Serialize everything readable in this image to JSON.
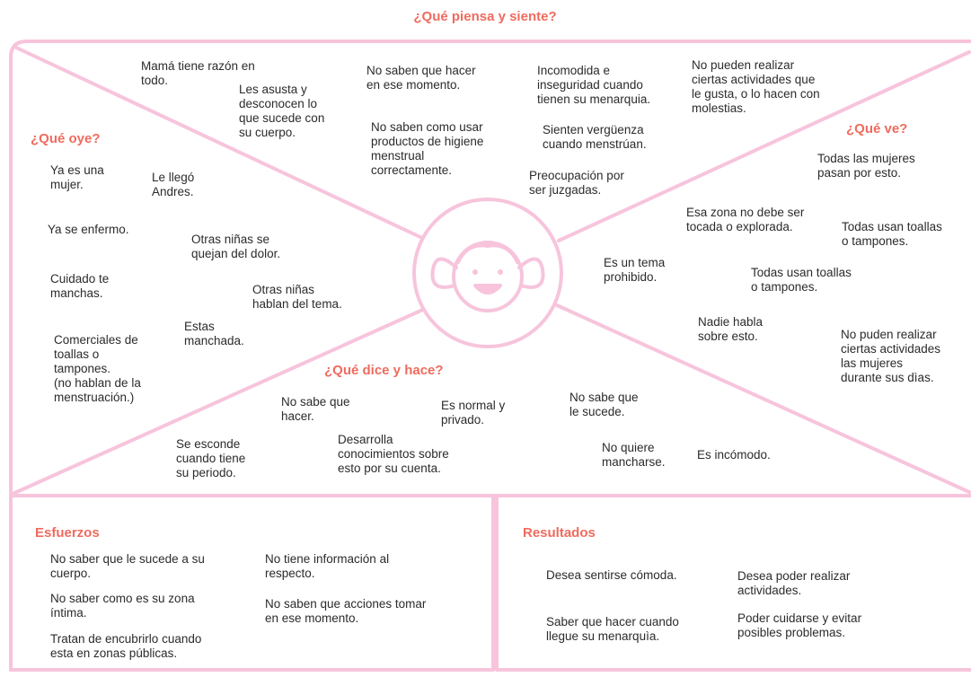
{
  "colors": {
    "line": "#f7c4dc",
    "heading": "#ef6b5e",
    "text": "#2b2b2b"
  },
  "icon": "girl-face-icon",
  "headings": {
    "piensa": "¿Qué piensa y siente?",
    "oye": "¿Qué oye?",
    "ve": "¿Qué ve?",
    "dice": "¿Qué dice y hace?",
    "esfuerzos": "Esfuerzos",
    "resultados": "Resultados"
  },
  "piensa": [
    "Mamá tiene razón en\ntodo.",
    "Les asusta y\ndesconocen lo\nque sucede con\nsu cuerpo.",
    "No saben que hacer\nen ese momento.",
    "No saben como usar\nproductos de higiene\nmenstrual\ncorrectamente.",
    "Incomodida e\ninseguridad cuando\ntienen su menarquia.",
    "Sienten vergüenza\ncuando menstrúan.",
    "Preocupación por\nser juzgadas.",
    "No pueden realizar\nciertas actividades que\nle gusta, o lo hacen con\nmolestias."
  ],
  "oye": [
    "Ya es una\nmujer.",
    "Le llegó\nAndres.",
    "Ya se enfermo.",
    "Otras niñas se\nquejan del dolor.",
    "Cuidado te\nmanchas.",
    "Otras niñas\nhablan del tema.",
    "Estas\nmanchada.",
    "Comerciales de\ntoallas o\ntampones.\n(no hablan de la\nmenstruación.)"
  ],
  "ve": [
    "Todas las mujeres\npasan por esto.",
    "Esa zona no debe ser\ntocada o explorada.",
    "Todas usan toallas\no tampones.",
    "Es un tema\nprohibido.",
    "Todas usan toallas\no tampones.",
    "Nadie habla\nsobre esto.",
    "No puden realizar\nciertas actividades\nlas mujeres\ndurante sus dìas."
  ],
  "dice": [
    "No sabe que\nhacer.",
    "Es normal y\nprivado.",
    "No sabe que\nle sucede.",
    "Se esconde\ncuando tiene\nsu periodo.",
    "Desarrolla\nconocimientos sobre\nesto por su cuenta.",
    "No quiere\nmancharse.",
    "Es incómodo."
  ],
  "esfuerzos": [
    "No saber que le sucede a su\ncuerpo.",
    "No saber como es su zona\níntima.",
    "Tratan de encubrirlo cuando\nesta en zonas públicas.",
    "No tiene información al\nrespecto.",
    "No saben que acciones tomar\nen ese momento."
  ],
  "resultados": [
    "Desea sentirse cómoda.",
    "Saber que hacer cuando\nllegue su menarquìa.",
    "Desea poder realizar\nactividades.",
    "Poder cuidarse y evitar\nposibles problemas."
  ]
}
